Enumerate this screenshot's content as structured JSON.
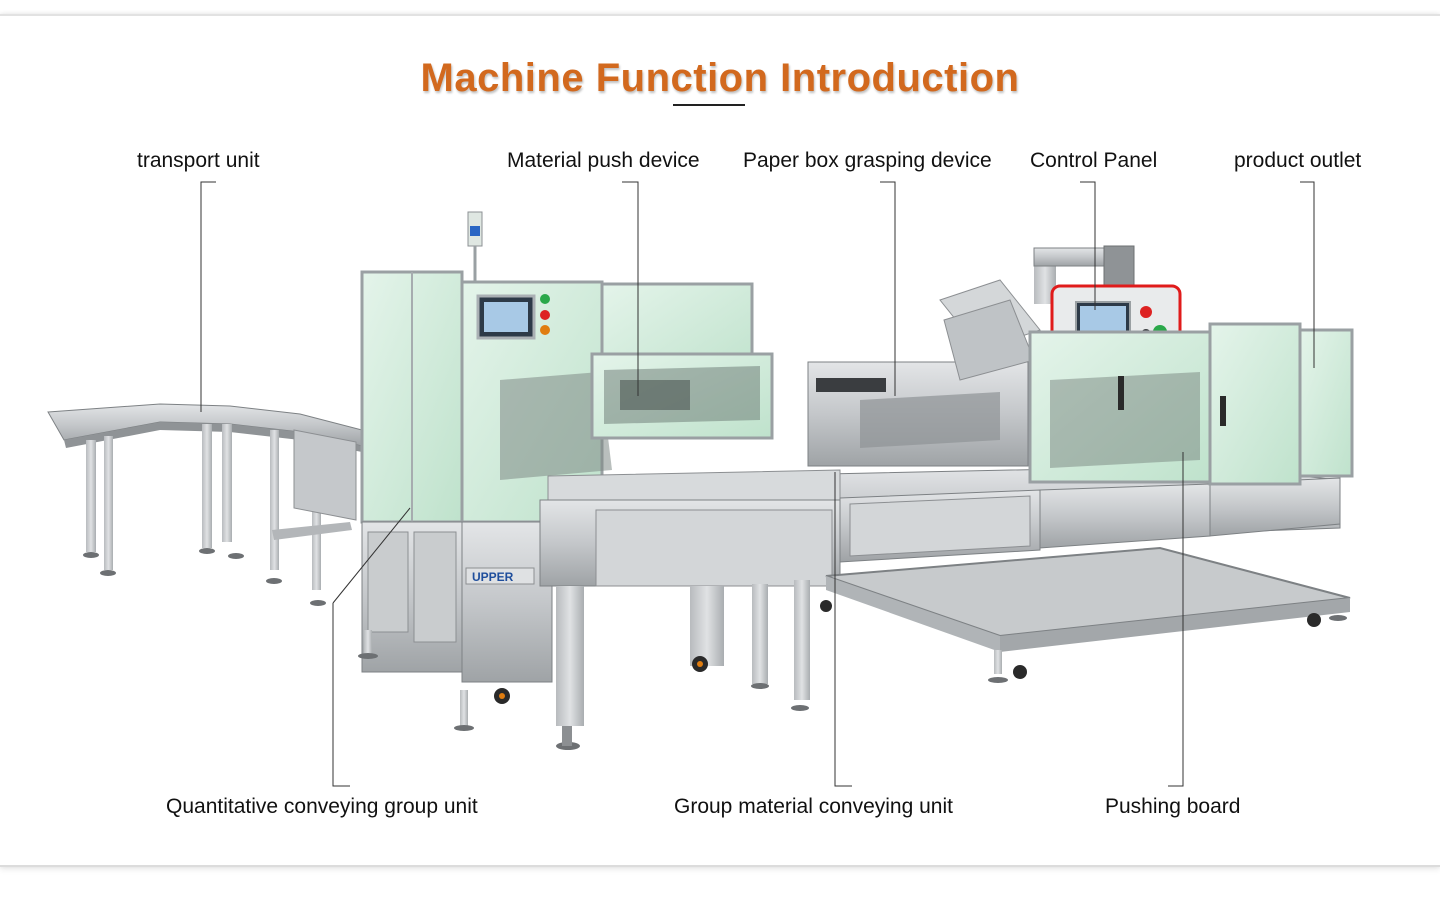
{
  "title": "Machine Function Introduction",
  "colors": {
    "title": "#d2691e",
    "leader": "#333333",
    "steel": "#c9cbcd",
    "steel_dark": "#8c8f92",
    "glass": "#cfe9d8",
    "accent_red": "#e01b1b"
  },
  "brand": "UPPER",
  "labels": {
    "top": [
      "transport unit",
      "Material push device",
      "Paper box grasping device",
      "Control Panel",
      "product outlet"
    ],
    "bottom": [
      "Quantitative conveying group unit",
      "Group material conveying unit",
      "Pushing board"
    ]
  }
}
